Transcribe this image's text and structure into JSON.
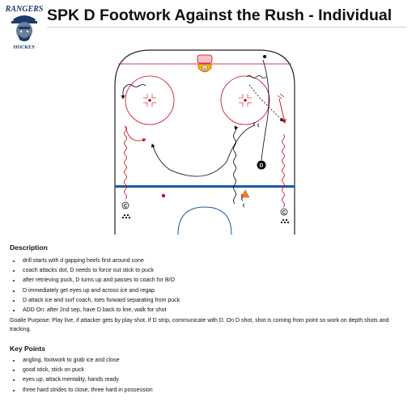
{
  "header": {
    "logo": {
      "top_text": "RANGERS",
      "bottom_text": "HOCKEY",
      "icon": "rangers-mascot-logo"
    },
    "title": "SPK D Footwork Against the Rush - Individual"
  },
  "diagram": {
    "description": "Hockey half-rink drill diagram",
    "markers": {
      "coach": "C",
      "defense": "D"
    },
    "colors": {
      "blue_line": "#1a5aa8",
      "red_line": "#d0021b",
      "skate_path": "#000000",
      "puck_path": "#d0021b",
      "cone": "#f07c1b"
    }
  },
  "description": {
    "heading": "Description",
    "items": [
      "drill starts with d gapping heels first around cone",
      "coach attacks dot, D needs to force out stick to puck",
      "after retrieving puck, D turns up and passes to coach for B/O",
      "D immediately get eyes up and across ice and regap",
      "D attack ice and surf coach, toes forward separating from puck",
      "ADD On: after 2nd sep, have D back to line, walk for shot"
    ],
    "goalie_purpose": "Goalie Purpose: Play live, if attacker gets by play shot. If D strip, communicate with D. On D shot, shot is coming from point so work on depth shots and tracking."
  },
  "key_points": {
    "heading": "Key Points",
    "items": [
      "angling, footwork to grab ice and close",
      "good stick, stick on puck",
      "eyes up, attack mentality, hands ready",
      "three hard strides to close, three hard in possession"
    ]
  }
}
